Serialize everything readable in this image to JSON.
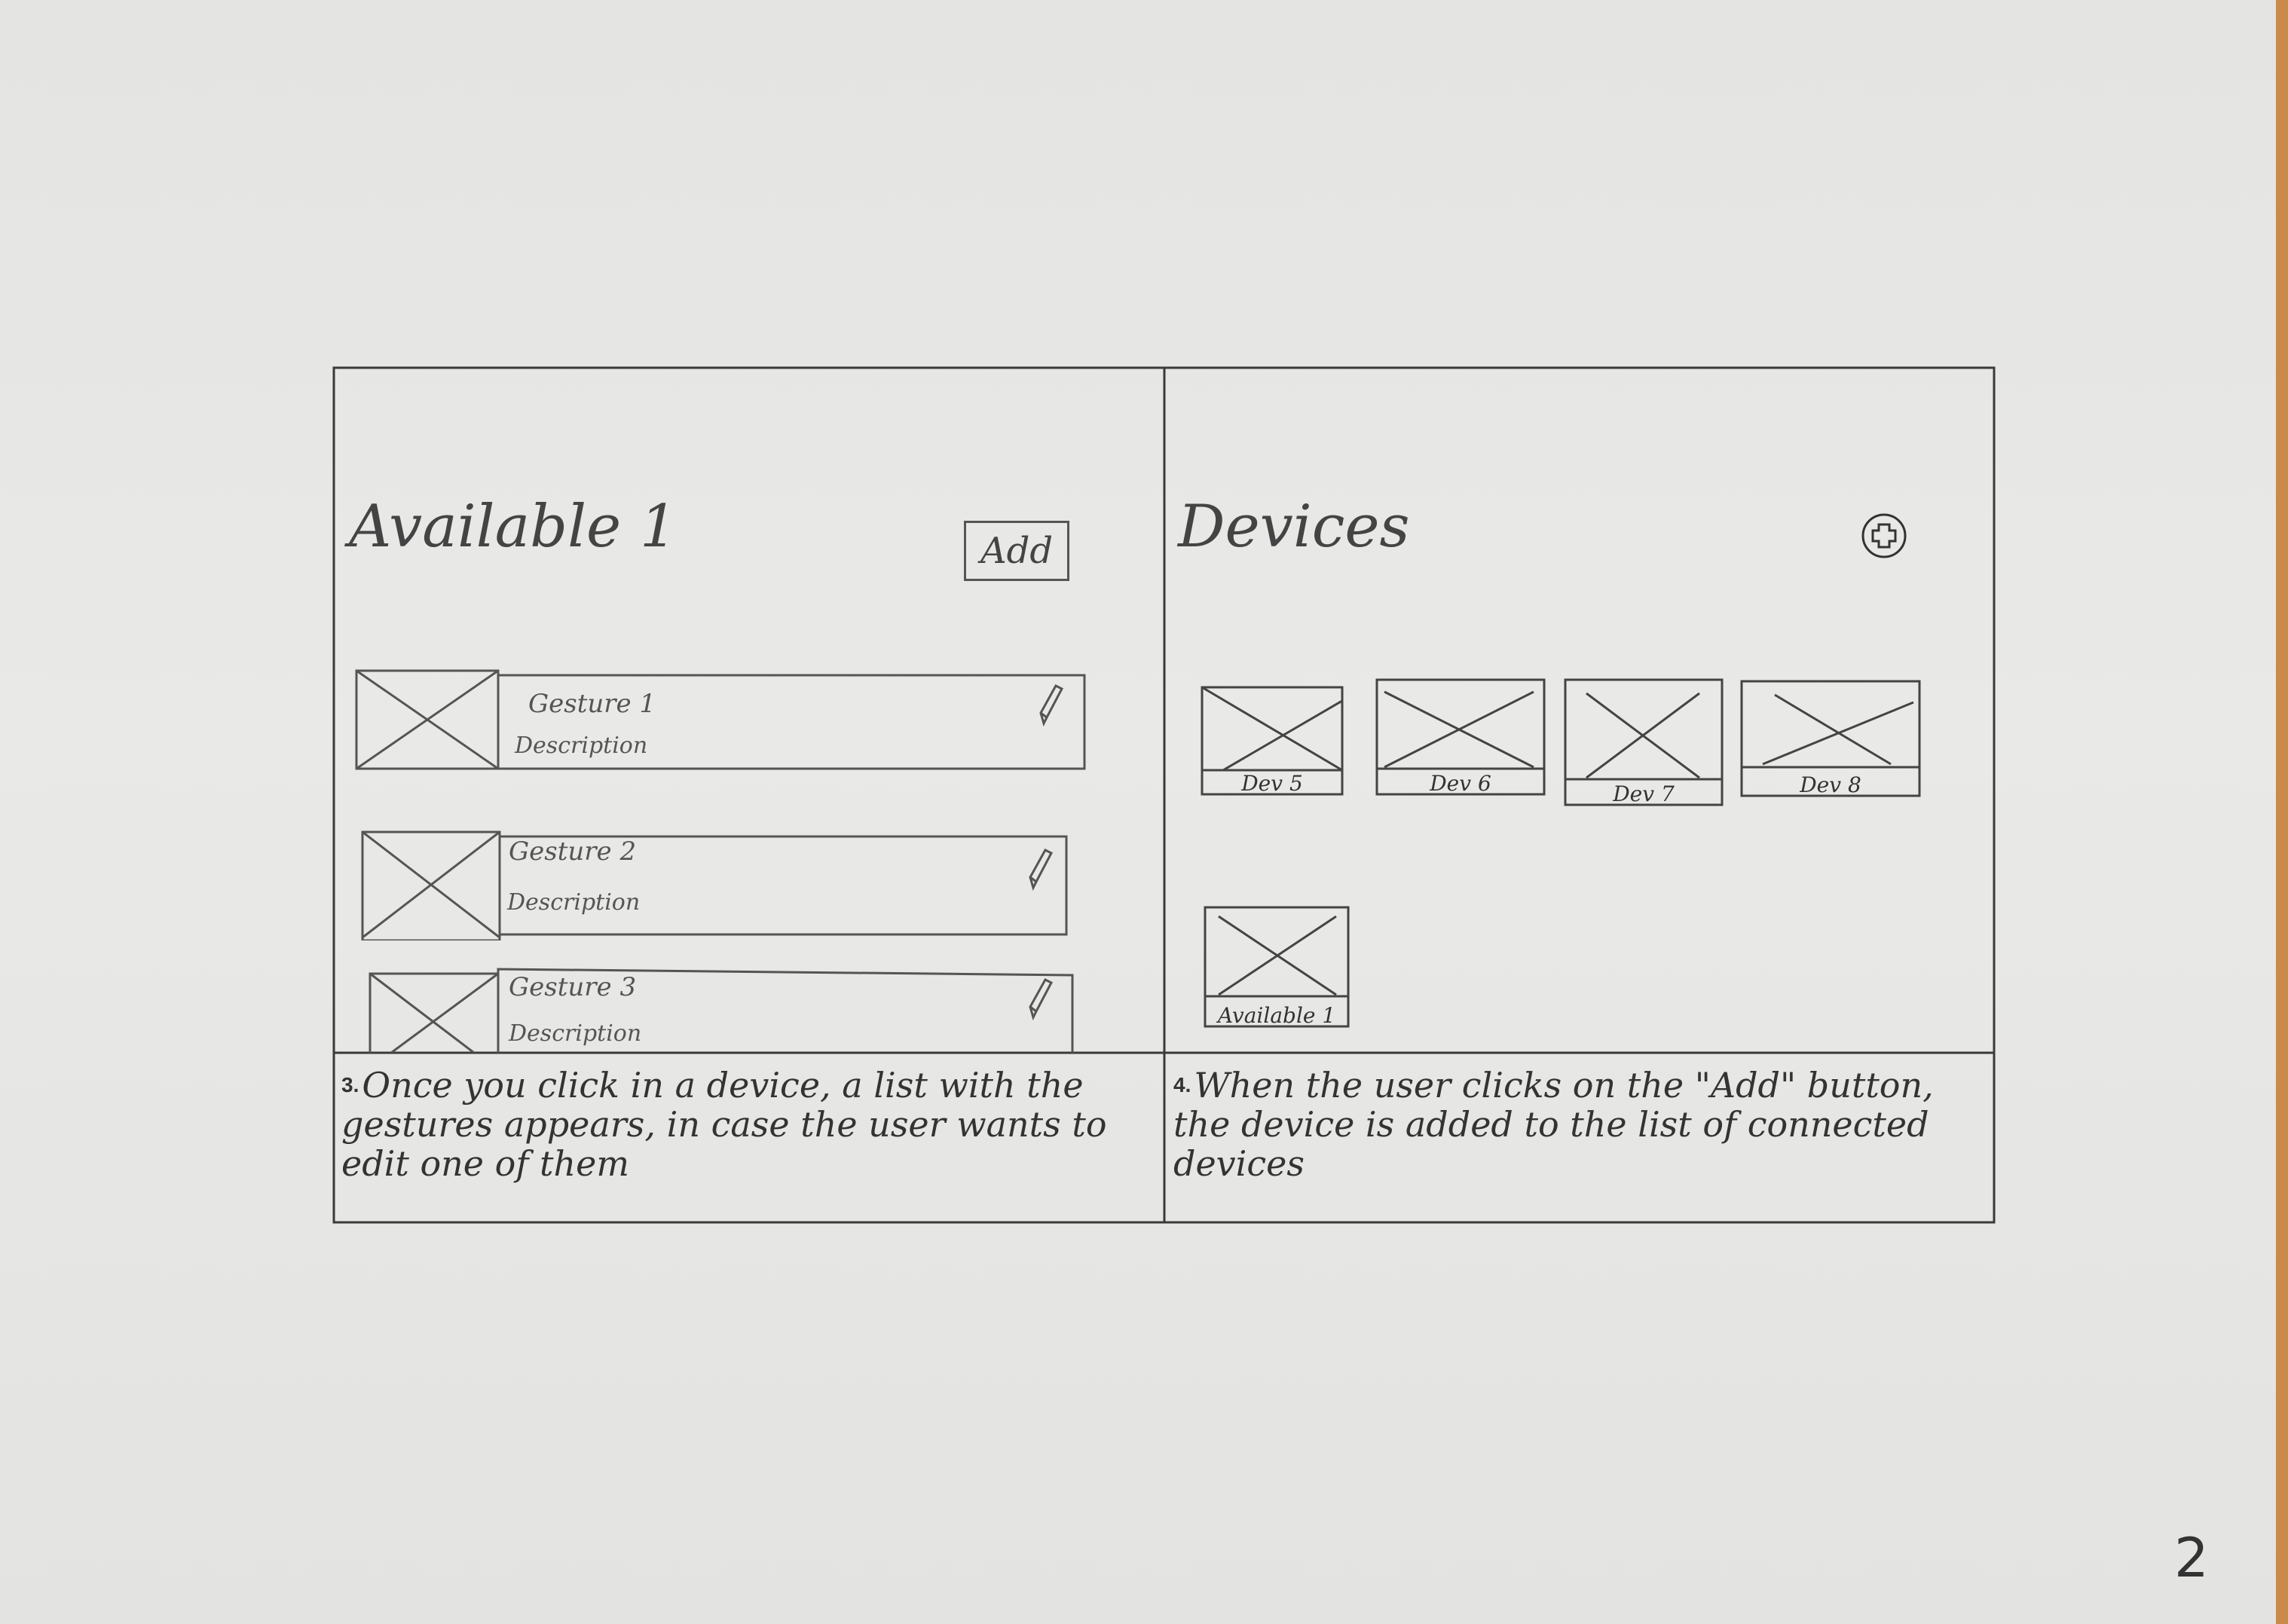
{
  "left_panel": {
    "title": "Available 1",
    "add_button": "Add",
    "gestures": [
      {
        "name": "Gesture 1",
        "description": "Description"
      },
      {
        "name": "Gesture 2",
        "description": "Description"
      },
      {
        "name": "Gesture 3",
        "description": "Description"
      }
    ]
  },
  "right_panel": {
    "title": "Devices",
    "add_icon": "plus-circle-icon",
    "devices": [
      {
        "label": "Dev 5"
      },
      {
        "label": "Dev 6"
      },
      {
        "label": "Dev 7"
      },
      {
        "label": "Dev 8"
      },
      {
        "label": "Available 1"
      }
    ]
  },
  "notes": [
    {
      "number": "3.",
      "text": "Once you click in a device, a list with the gestures appears, in case the user wants to edit one of them"
    },
    {
      "number": "4.",
      "text": "When the user clicks on the \"Add\" button, the device is added to the list of connected devices"
    }
  ],
  "page_number": "2"
}
